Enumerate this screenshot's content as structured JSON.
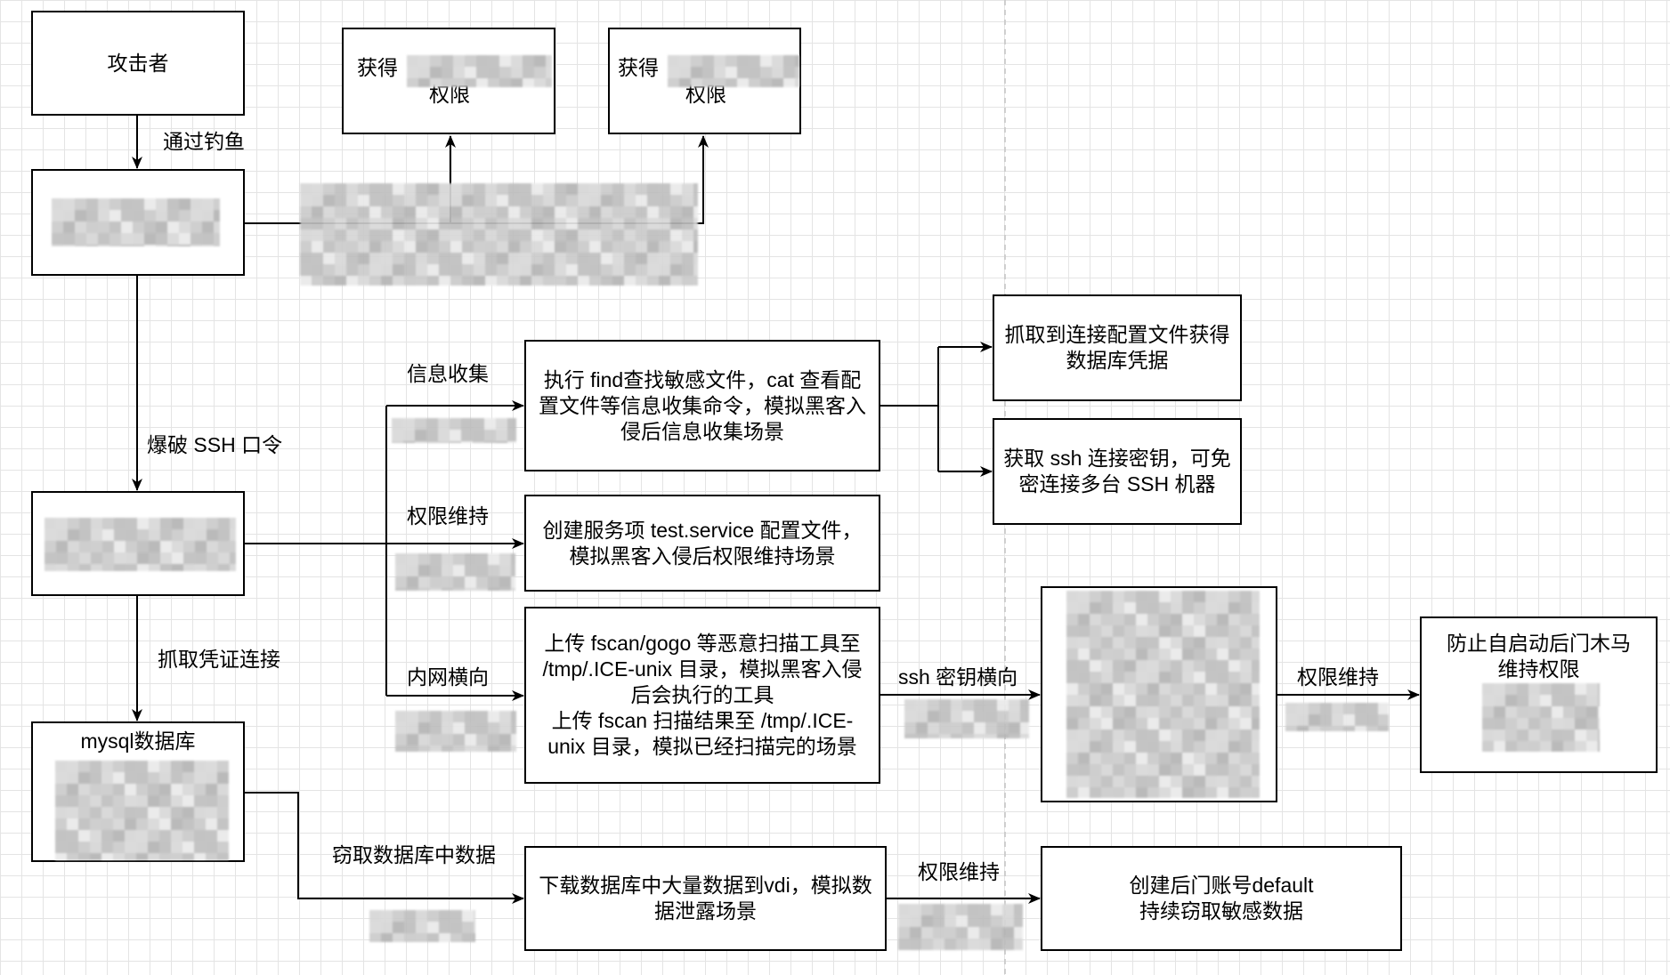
{
  "nodes": {
    "attacker": {
      "label": "攻击者"
    },
    "perm_a": {
      "prefix": "获得",
      "suffix": "权限"
    },
    "perm_b": {
      "prefix": "获得",
      "suffix": "权限"
    },
    "mysql": {
      "label": "mysql数据库"
    },
    "info_collect": {
      "lines": [
        "执行 find查找敏感文件，cat 查看配",
        "置文件等信息收集命令，模拟黑客入",
        "侵后信息收集场景"
      ]
    },
    "persistence": {
      "lines": [
        "创建服务项 test.service 配置文件，",
        "模拟黑客入侵后权限维持场景"
      ]
    },
    "lateral": {
      "lines": [
        "上传 fscan/gogo 等恶意扫描工具至",
        "/tmp/.ICE-unix 目录，模拟黑客入侵",
        "后会执行的工具",
        "上传 fscan 扫描结果至 /tmp/.ICE-",
        "unix 目录，模拟已经扫描完的场景"
      ]
    },
    "db_cred": {
      "lines": [
        "抓取到连接配置文件获得",
        "数据库凭据"
      ]
    },
    "ssh_key": {
      "lines": [
        "获取 ssh 连接密钥，可免",
        "密连接多台 SSH 机器"
      ]
    },
    "backdoor": {
      "lines": [
        "防止自启动后门木马",
        "维持权限"
      ]
    },
    "exfil": {
      "lines": [
        "下载数据库中大量数据到vdi，模拟数",
        "据泄露场景"
      ]
    },
    "account": {
      "lines": [
        "创建后门账号default",
        "持续窃取敏感数据"
      ]
    }
  },
  "edges": {
    "phishing": "通过钓鱼",
    "ssh_brute": "爆破 SSH 口令",
    "cred_grab": "抓取凭证连接",
    "info_gather": "信息收集",
    "persist_1": "权限维持",
    "lateral_move": "内网横向",
    "ssh_key_lateral": "ssh 密钥横向",
    "persist_2": "权限维持",
    "steal_data": "窃取数据库中数据",
    "persist_3": "权限维持"
  },
  "colors": {
    "stroke": "#000000",
    "grid": "#e4e4e4",
    "divider": "#c4c4c4",
    "redacted": "#cccccc"
  }
}
